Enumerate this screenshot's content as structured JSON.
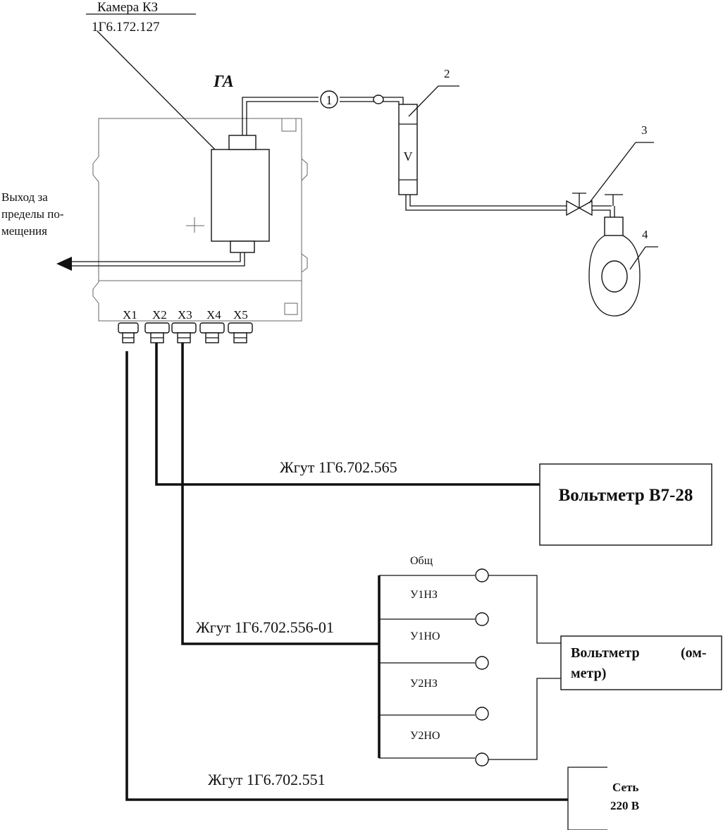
{
  "camera_label": {
    "line1": "Камера КЗ",
    "line2": "1Г6.172.127"
  },
  "gas_analyzer_label": "ГА",
  "exit_label": {
    "line1": "Выход за",
    "line2": "пределы по-",
    "line3": "мещения"
  },
  "flow_marker": "1",
  "rotameter_mark": "V",
  "callouts": {
    "c2": "2",
    "c3": "3",
    "c4": "4"
  },
  "connectors": [
    "X1",
    "X2",
    "X3",
    "X4",
    "X5"
  ],
  "harnesses": {
    "h565": "Жгут 1Г6.702.565",
    "h556": "Жгут 1Г6.702.556-01",
    "h551": "Жгут 1Г6.702.551"
  },
  "voltmeter_b728": "Вольтметр В7-28",
  "voltmeter_ohm": {
    "line1": "Вольтметр",
    "line1b": "(ом-",
    "line2": "метр)"
  },
  "relay_contacts": {
    "common": "Общ",
    "y1nz": "У1НЗ",
    "y1no": "У1НО",
    "y2nz": "У2НЗ",
    "y2no": "У2НО"
  },
  "mains": {
    "line1": "Сеть",
    "line2": "220 В"
  }
}
